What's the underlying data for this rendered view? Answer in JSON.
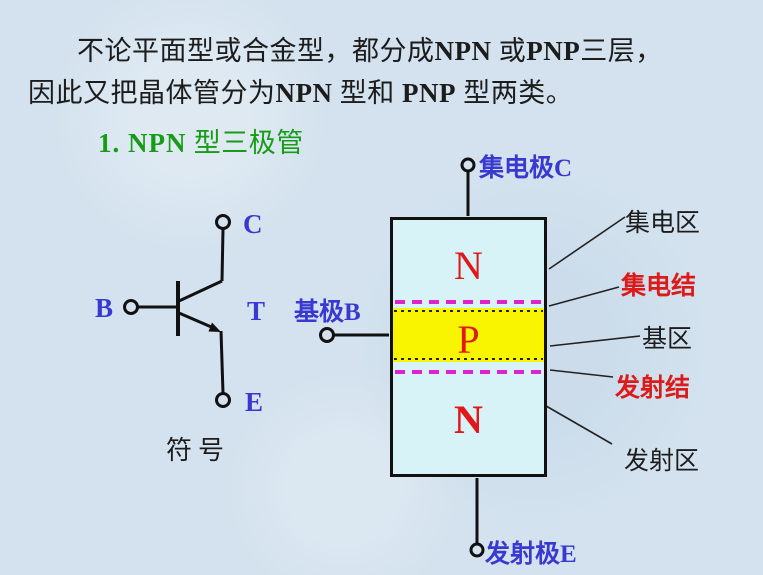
{
  "colors": {
    "background": "#d3e2ee",
    "text_black": "#1c1c1c",
    "label_blue": "#3939cf",
    "heading_green": "#169c16",
    "region_red": "#e01818",
    "junction_magenta": "#de22cd",
    "region_cyan": "#d8f3f7",
    "base_yellow": "#f9f500"
  },
  "paragraph": {
    "line1": {
      "pre": "不论平面型或合金型，都分成",
      "bold1": "NPN",
      "mid": " 或",
      "bold2": "PNP",
      "post": "三层，"
    },
    "line2": {
      "pre": "因此又把晶体管分为",
      "bold1": "NPN",
      "mid": " 型和 ",
      "bold2": "PNP",
      "post": " 型两类。"
    }
  },
  "heading": {
    "bold": "1. NPN",
    "rest": " 型三极管"
  },
  "symbol": {
    "pin_b": "B",
    "pin_c": "C",
    "pin_e": "E",
    "pin_t": "T",
    "caption": "符号"
  },
  "structure": {
    "collector_terminal": {
      "text": "集电极",
      "letter": "C"
    },
    "base_terminal": {
      "text": "基极",
      "letter": "B"
    },
    "emitter_terminal": {
      "text": "发射极",
      "letter": "E"
    },
    "region_top_letter": "N",
    "region_mid_letter": "P",
    "region_bottom_letter": "N",
    "label_collector_region": "集电区",
    "label_collector_junction": "集电结",
    "label_base_region": "基区",
    "label_emitter_junction": "发射结",
    "label_emitter_region": "发射区"
  }
}
